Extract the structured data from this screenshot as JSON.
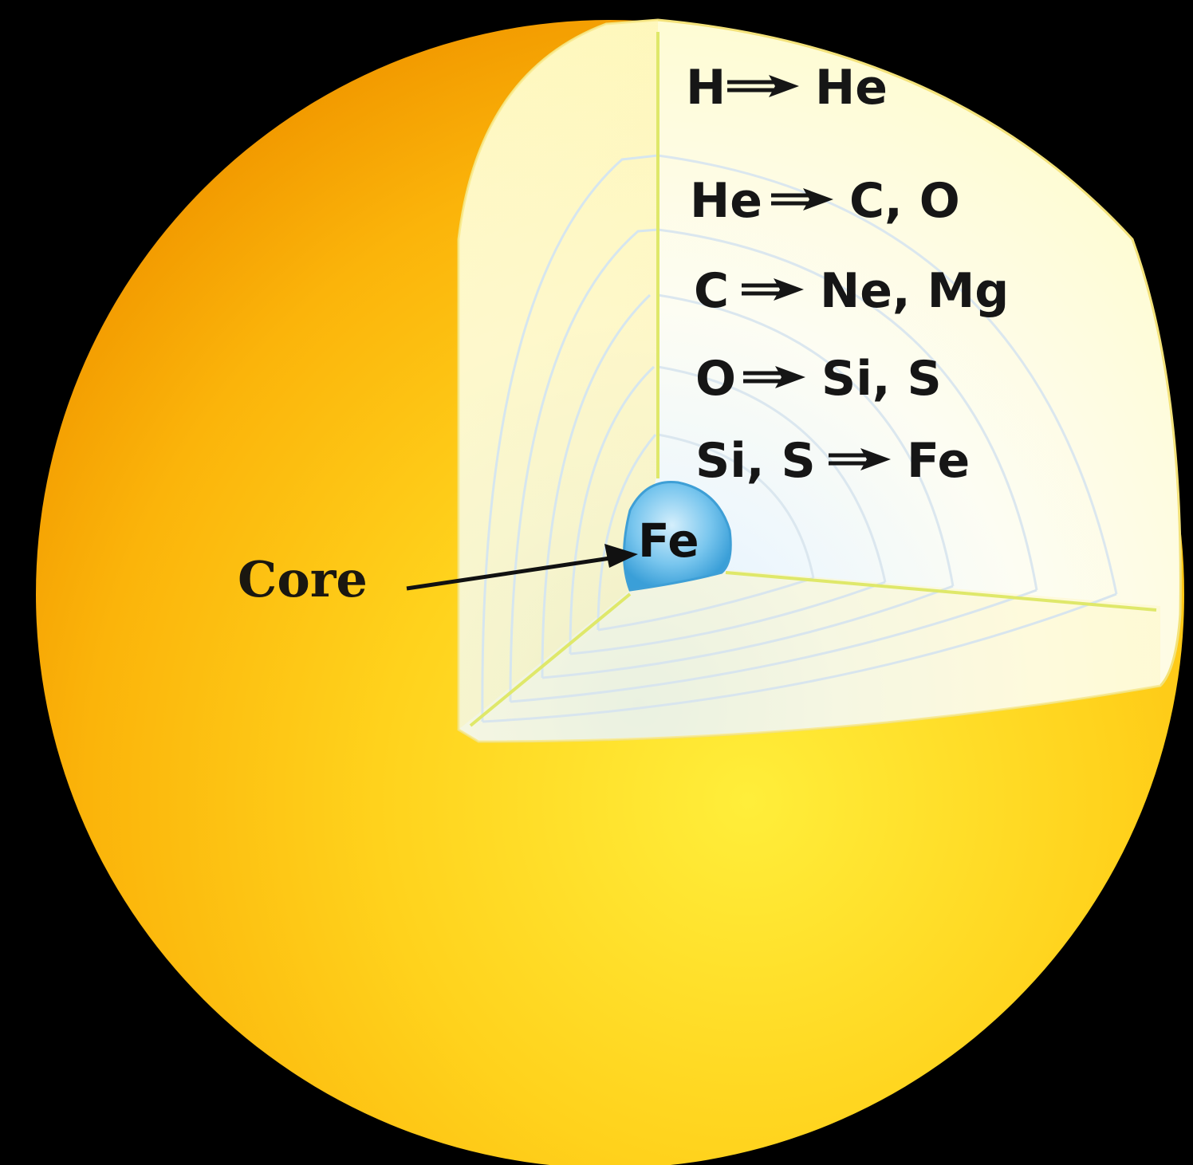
{
  "labels": {
    "reactions": [
      {
        "from": "H",
        "to": "He"
      },
      {
        "from": "He",
        "to": "C, O"
      },
      {
        "from": "C",
        "to": "Ne, Mg"
      },
      {
        "from": "O",
        "to": "Si, S"
      },
      {
        "from": "Si, S",
        "to": "Fe"
      }
    ],
    "core": "Core",
    "core_element": "Fe"
  },
  "colors": {
    "background": "#000000",
    "star_outer": "#f6a400",
    "star_inner": "#ffe12a",
    "cutaway": "#fffbd2",
    "core": "#5ab8ea"
  }
}
